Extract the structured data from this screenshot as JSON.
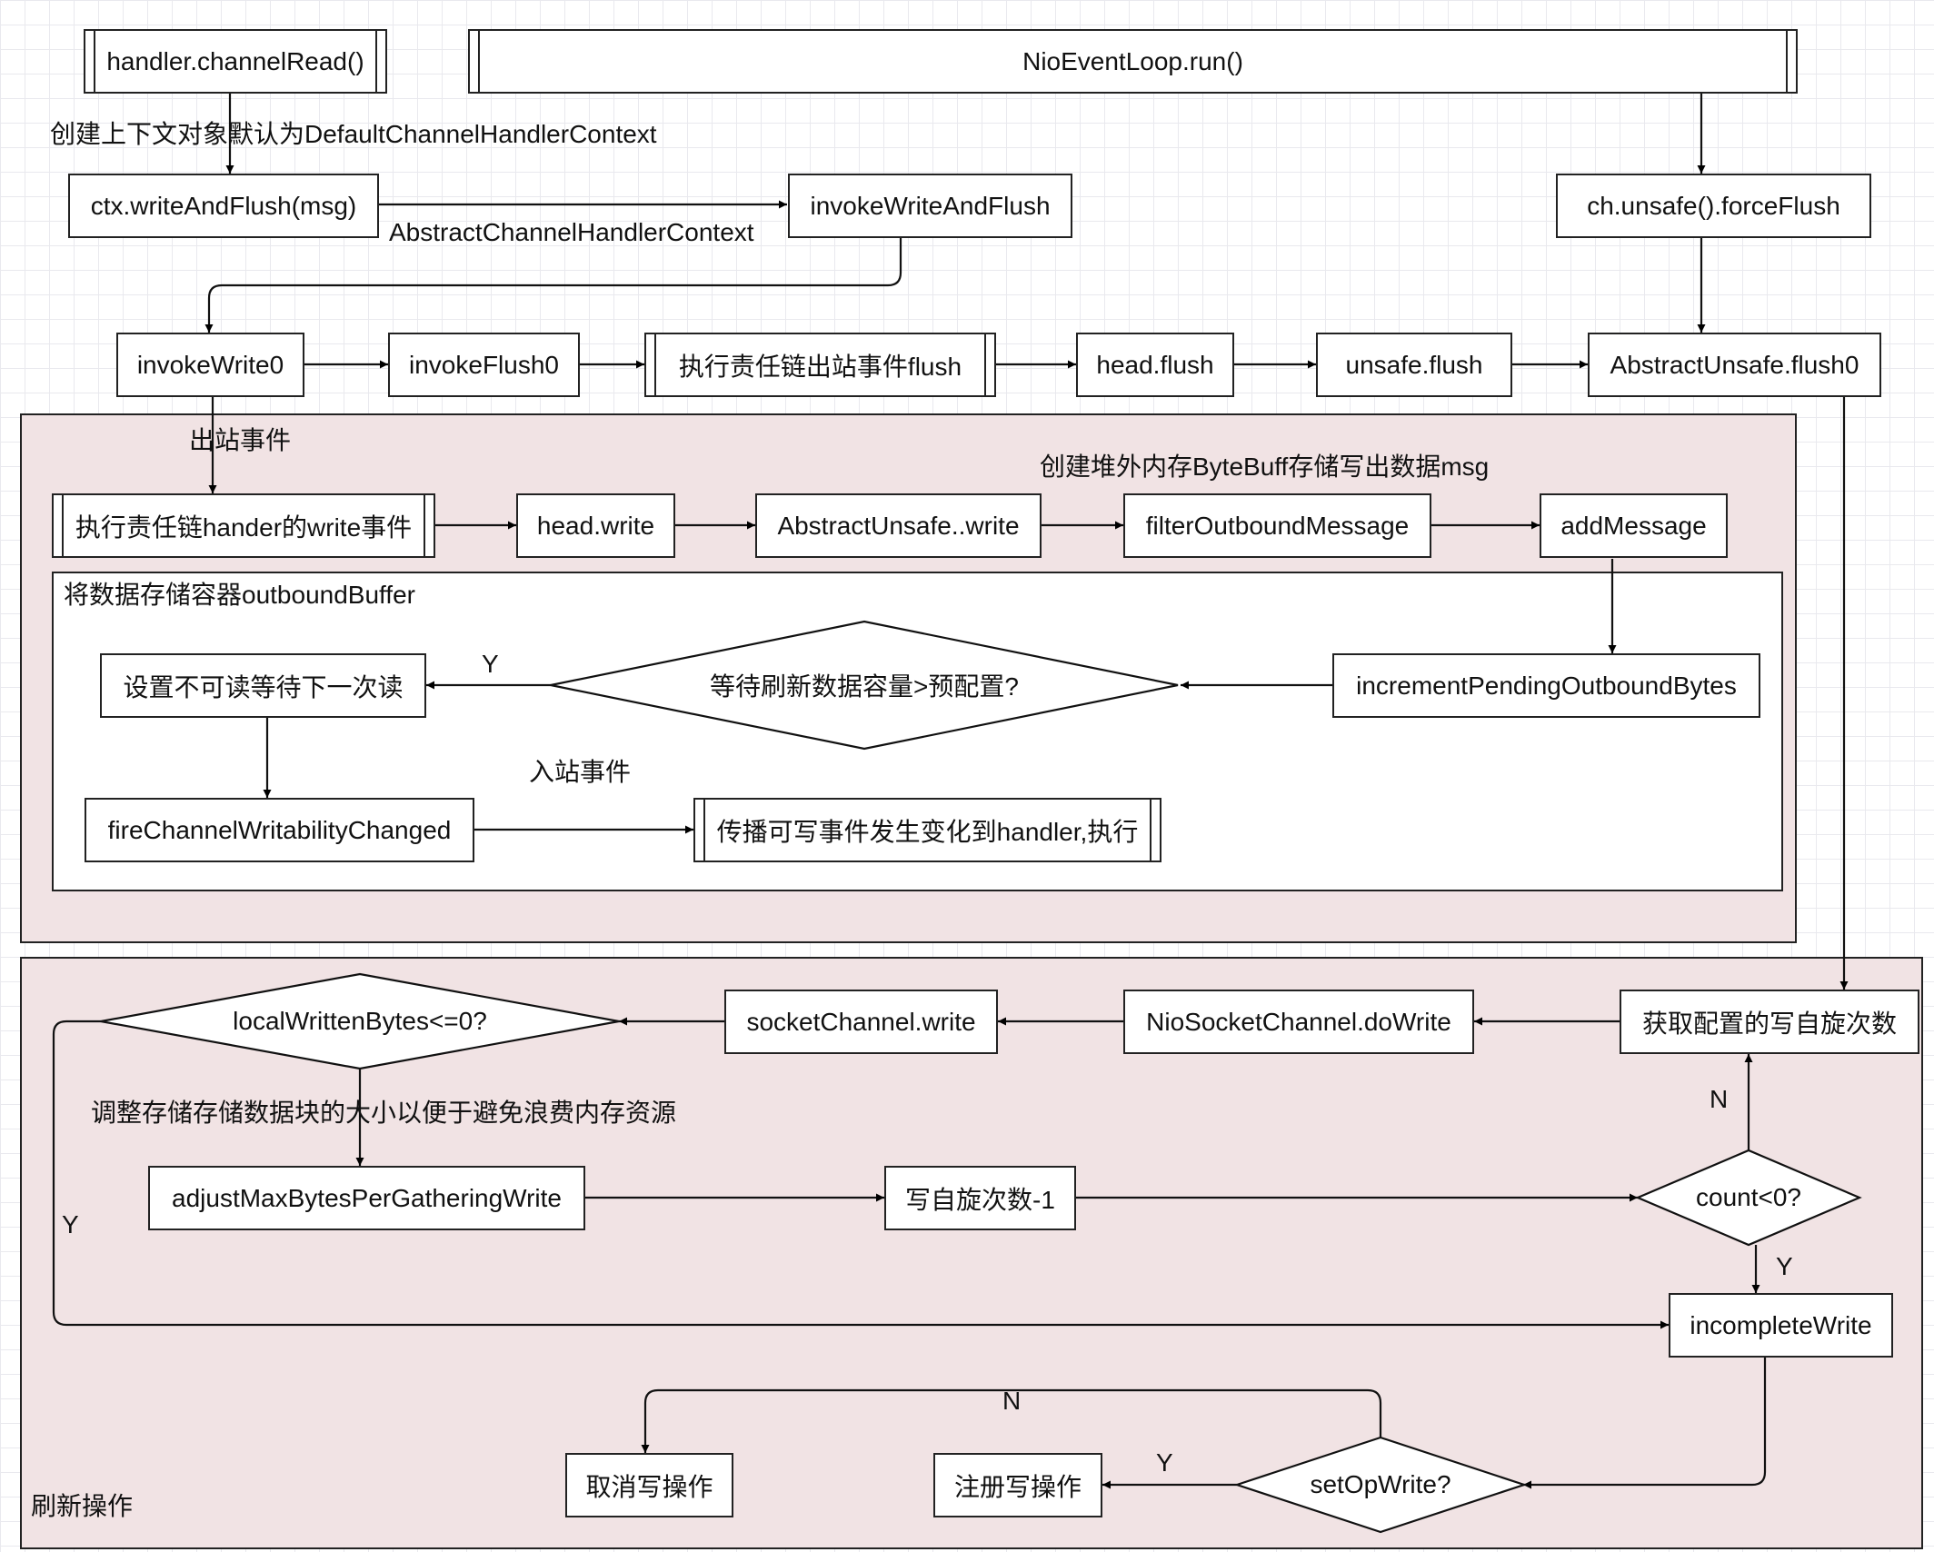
{
  "nodes": {
    "channel_read": "handler.channelRead()",
    "event_loop_run": "NioEventLoop.run()",
    "ctx_write_and_flush": "ctx.writeAndFlush(msg)",
    "invoke_write_and_flush": "invokeWriteAndFlush",
    "force_flush": "ch.unsafe().forceFlush",
    "invoke_write0": "invokeWrite0",
    "invoke_flush0": "invokeFlush0",
    "chain_flush": "执行责任链出站事件flush",
    "head_flush": "head.flush",
    "unsafe_flush": "unsafe.flush",
    "unsafe_flush0": "AbstractUnsafe.flush0",
    "chain_write": "执行责任链hander的write事件",
    "head_write": "head.write",
    "unsafe_write": "AbstractUnsafe..write",
    "filter_outbound": "filterOutboundMessage",
    "add_message": "addMessage",
    "increment_pending": "incrementPendingOutboundBytes",
    "wait_capacity": "等待刷新数据容量>预配置?",
    "set_unreadable": "设置不可读等待下一次读",
    "fire_writability": "fireChannelWritabilityChanged",
    "propagate_writable": "传播可写事件发生变化到handler,执行",
    "spin_count": "获取配置的写自旋次数",
    "do_write": "NioSocketChannel.doWrite",
    "socket_write": "socketChannel.write",
    "local_written": "localWrittenBytes<=0?",
    "adjust_max": "adjustMaxBytesPerGatheringWrite",
    "spin_minus": "写自旋次数-1",
    "count_check": "count<0?",
    "incomplete_write": "incompleteWrite",
    "set_op_write": "setOpWrite?",
    "register_write": "注册写操作",
    "cancel_write": "取消写操作"
  },
  "labels": {
    "create_context": "创建上下文对象默认为DefaultChannelHandlerContext",
    "abstract_ctx": "AbstractChannelHandlerContext",
    "outbound_event": "出站事件",
    "create_buffer": "创建堆外内存ByteBuff存储写出数据msg",
    "outbound_buffer": "将数据存储容器outboundBuffer",
    "inbound_event": "入站事件",
    "adjust_note": "调整存储存储数据块的大小以便于避免浪费内存资源",
    "flush_operation": "刷新操作",
    "yes_wait": "Y",
    "no_count": "N",
    "yes_count": "Y",
    "yes_local": "Y",
    "yes_setop": "Y",
    "no_setop": "N"
  }
}
